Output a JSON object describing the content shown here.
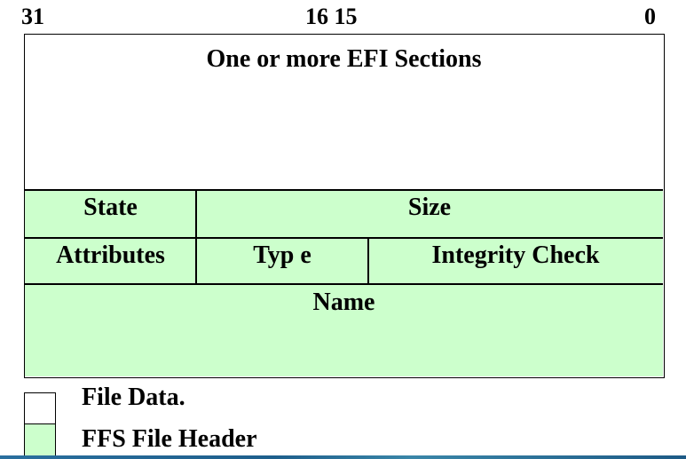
{
  "bit_labels": {
    "msb": "31",
    "mid": "16 15",
    "lsb": "0"
  },
  "file_data": {
    "label": "One or more EFI Sections"
  },
  "header": {
    "row1": {
      "state": "State",
      "size": "Size"
    },
    "row2": {
      "attributes": "Attributes",
      "type": "Typ e",
      "integrity_check": "Integrity Check"
    },
    "row3": {
      "name": "Name"
    }
  },
  "legend": [
    {
      "label": "File Data.",
      "color": "#ffffff"
    },
    {
      "label": "FFS File Header",
      "color": "#ccffcc"
    }
  ],
  "colors": {
    "header_fill": "#ccffcc",
    "data_fill": "#ffffff",
    "border": "#000000"
  }
}
